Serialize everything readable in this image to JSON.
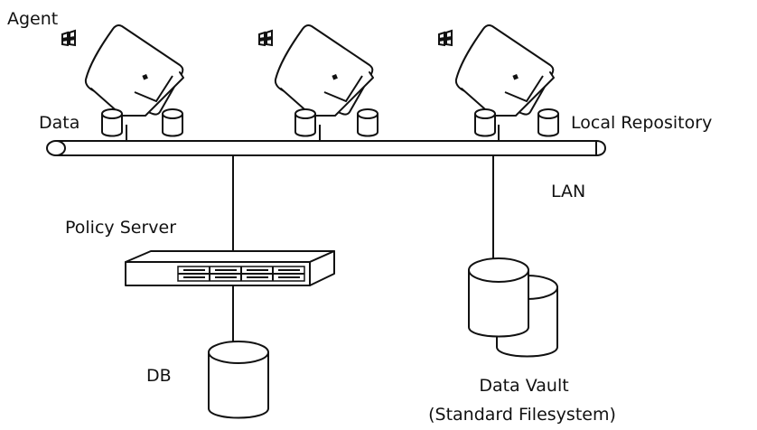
{
  "labels": {
    "agent": "Agent",
    "data": "Data",
    "local_repository": "Local Repository",
    "lan": "LAN",
    "policy_server": "Policy Server",
    "db": "DB",
    "data_vault": "Data Vault",
    "data_vault_sub": "(Standard Filesystem)"
  },
  "icons": {
    "agent_os": "windows-logo-icon",
    "agent_device": "laptop-icon",
    "repository": "database-cylinder-icon",
    "server": "rack-server-icon"
  },
  "colors": {
    "ink": "#111111",
    "background": "#ffffff"
  }
}
